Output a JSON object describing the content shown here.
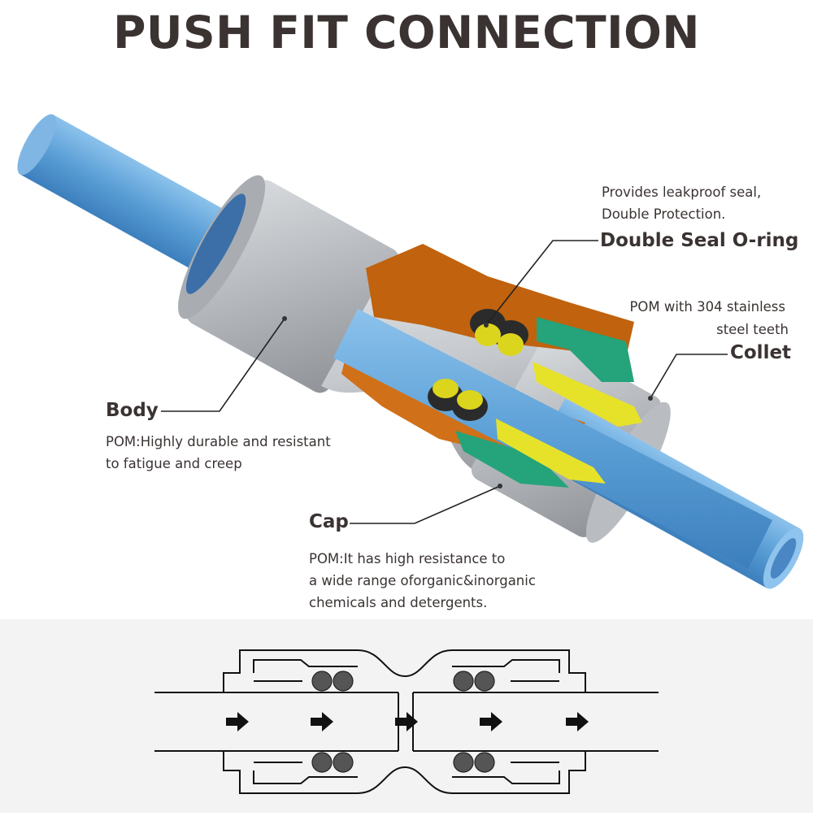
{
  "title": "PUSH FIT CONNECTION",
  "labels": {
    "seal_desc_1": "Provides leakproof seal,",
    "seal_desc_2": "Double Protection.",
    "oring": "Double Seal O-ring",
    "collet_desc_1": "POM with 304 stainless",
    "collet_desc_2": "steel teeth",
    "collet": "Collet",
    "body": "Body",
    "body_desc_1": "POM:Highly durable and resistant",
    "body_desc_2": "to fatigue and creep",
    "cap": "Cap",
    "cap_desc_1": "POM:It has high resistance to",
    "cap_desc_2": "a wide range oforganic&inorganic",
    "cap_desc_3": "chemicals and detergents."
  },
  "colors": {
    "title": "#3a3332",
    "pipe": "#5b9fd6",
    "body": "#c9cdd1",
    "cutaway_body": "#c0620e",
    "oring": "#2b2b2b",
    "seal_highlight": "#dcd51e",
    "collet_green": "#25a37a",
    "collet_yellow": "#e6e22a"
  },
  "flow_direction": "left-to-right"
}
